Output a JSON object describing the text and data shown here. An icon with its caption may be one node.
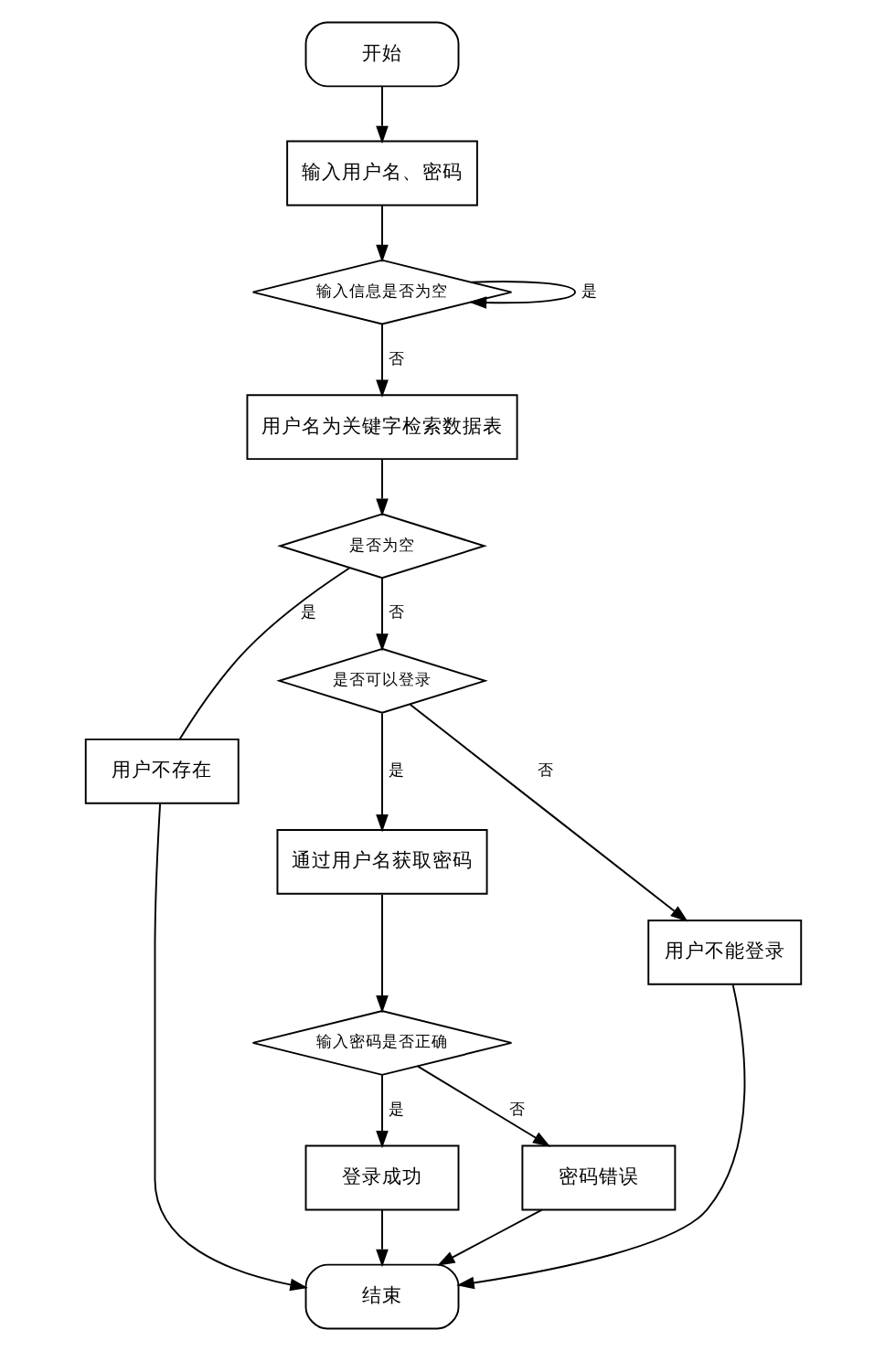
{
  "diagram": {
    "nodes": [
      {
        "text": [
          "开始"
        ]
      },
      {
        "text": [
          "输入用户名、密码"
        ]
      },
      {
        "text": [
          "输入信息是否为空"
        ]
      },
      {
        "text": [
          "用户名为关键字检索数据表"
        ]
      },
      {
        "text": [
          "是否为空"
        ]
      },
      {
        "text": [
          "用户不存在"
        ]
      },
      {
        "text": [
          "是否可以登录"
        ]
      },
      {
        "text": [
          "通过用户名获取密码"
        ]
      },
      {
        "text": [
          "用户不能登录"
        ]
      },
      {
        "text": [
          "输入密码是否正确"
        ]
      },
      {
        "text": [
          "登录成功"
        ]
      },
      {
        "text": [
          "密码错误"
        ]
      },
      {
        "text": [
          "结束"
        ]
      }
    ],
    "edges": [
      {
        "from": 0,
        "to": 1,
        "arrow": "to"
      },
      {
        "from": 1,
        "to": 2,
        "arrow": "to"
      },
      {
        "from": 2,
        "to": 2,
        "arrow": "to",
        "label": "是"
      },
      {
        "from": 2,
        "to": 3,
        "arrow": "to",
        "label": "否"
      },
      {
        "from": 3,
        "to": 4,
        "arrow": "to"
      },
      {
        "from": 4,
        "to": 5,
        "arrow": "none",
        "label": "是"
      },
      {
        "from": 4,
        "to": 6,
        "arrow": "to",
        "label": "否"
      },
      {
        "from": 6,
        "to": 7,
        "arrow": "to",
        "label": "是"
      },
      {
        "from": 6,
        "to": 8,
        "arrow": "to",
        "label": "否"
      },
      {
        "from": 7,
        "to": 9,
        "arrow": "to"
      },
      {
        "from": 9,
        "to": 10,
        "arrow": "to",
        "label": "是"
      },
      {
        "from": 9,
        "to": 11,
        "arrow": "to",
        "label": "否"
      },
      {
        "from": 10,
        "to": 12,
        "arrow": "to"
      },
      {
        "from": 5,
        "to": 12,
        "arrow": "to"
      },
      {
        "from": 11,
        "to": 12,
        "arrow": "to"
      },
      {
        "from": 8,
        "to": 12,
        "arrow": "to"
      }
    ]
  }
}
